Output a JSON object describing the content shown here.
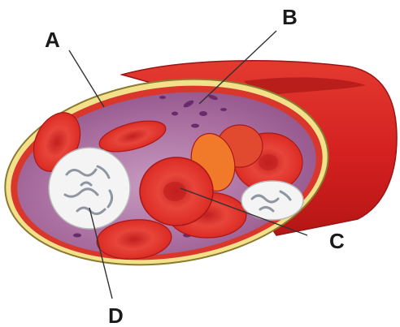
{
  "labels": {
    "a": "A",
    "b": "B",
    "c": "C",
    "d": "D"
  },
  "colors": {
    "vessel_outer": "#d92222",
    "vessel_dark": "#a81616",
    "vessel_rim": "#f2e08a",
    "plasma": "#9b5a92",
    "plasma_light": "#b989b0",
    "red_cell": "#e2352b",
    "red_cell_center": "#b81e1e",
    "white_cell": "#f3f3f3",
    "white_cell_nucleus": "#9aa0a8",
    "leader_line": "#333333"
  }
}
